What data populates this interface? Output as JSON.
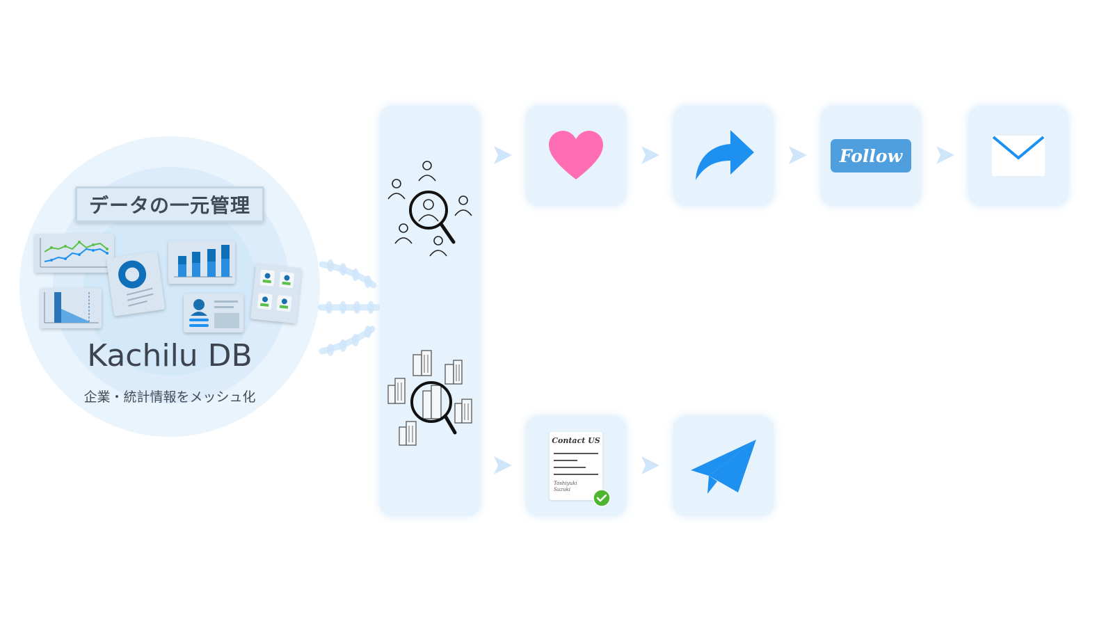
{
  "database": {
    "banner": "データの一元管理",
    "title": "Kachilu DB",
    "subtitle": "企業・統計情報をメッシュ化"
  },
  "social_flow": {
    "follow_label": "Follow"
  },
  "contact_flow": {
    "form_title": "Contact US",
    "signature_line1": "Toshiyuki",
    "signature_line2": "Suzuki"
  },
  "icons": [
    "heart-icon",
    "share-icon",
    "mail-icon",
    "paper-plane-icon",
    "people-search-icon",
    "buildings-search-icon",
    "check-icon"
  ],
  "colors": {
    "accent": "#1e90f0",
    "tile_bg": "#e6f3fd",
    "heart": "#ff6eb4",
    "check": "#4cb630",
    "follow": "#4f9fde"
  }
}
